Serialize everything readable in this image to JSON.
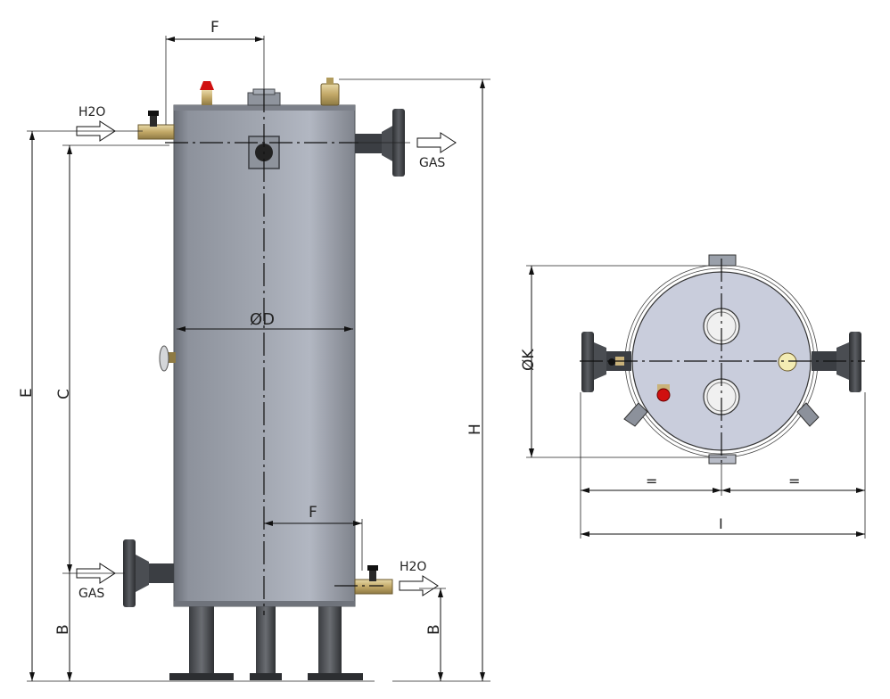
{
  "labels": {
    "F_top": "F",
    "F_bottom": "F",
    "H2O_in": "H2O",
    "H2O_out": "H2O",
    "GAS_out": "GAS",
    "GAS_in": "GAS",
    "D": "ØD",
    "E": "E",
    "C": "C",
    "B_left": "B",
    "B_right": "B",
    "H": "H",
    "K": "ØK",
    "eq_left": "=",
    "eq_right": "=",
    "I": "I"
  },
  "colors": {
    "tank_body": "#9aa0aa",
    "tank_highlight": "#b3b8c2",
    "tank_shadow": "#6c7079",
    "top_disc": "#c7cbdb",
    "dark_part": "#3a3d42",
    "brass": "#c9b27a",
    "valve_red": "#d01010",
    "vent_yellow": "#f3ecb4",
    "line": "#111111"
  },
  "icons": {
    "inlet_arrow": "arrow-right-icon",
    "outlet_arrow": "arrow-right-icon"
  }
}
